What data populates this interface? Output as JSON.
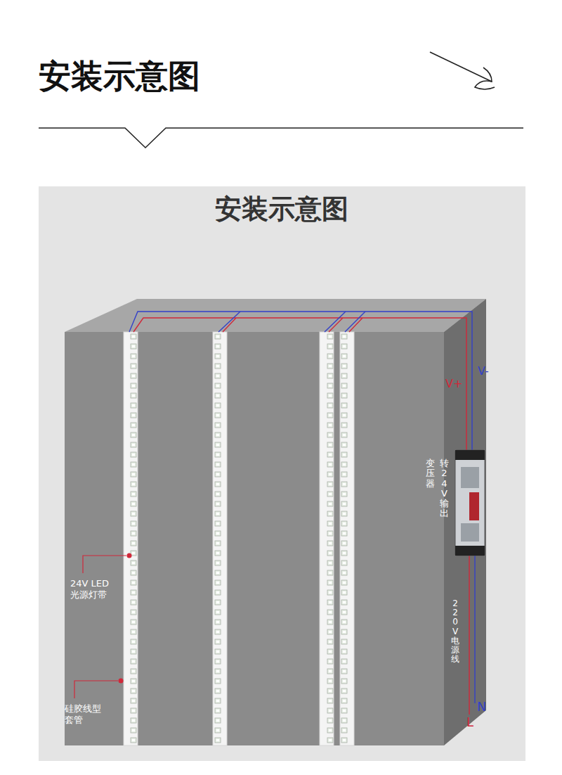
{
  "diagram": {
    "title": "安装示意图",
    "nodes": [
      {
        "text": [
          "转24V输出",
          "变压器"
        ]
      }
    ],
    "labels": [
      "安装示意图",
      "V-",
      "V+",
      "220V电源线",
      "24V LED 光源灯带",
      "硅胶线型 套管",
      "N",
      "L"
    ]
  }
}
